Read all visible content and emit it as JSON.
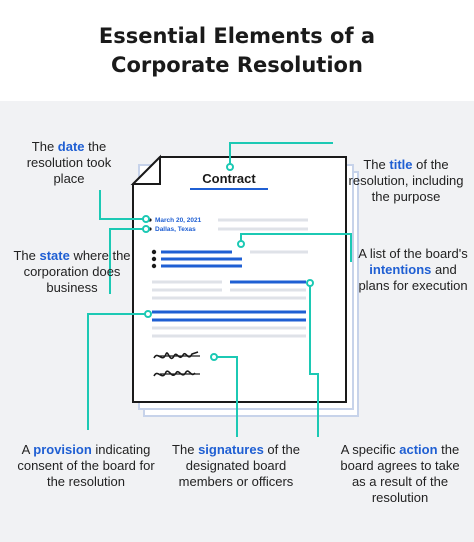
{
  "title": {
    "line1": "Essential Elements of a",
    "line2": "Corporate Resolution"
  },
  "document": {
    "heading": "Contract",
    "date": "March 20, 2021",
    "location": "Dallas, Texas"
  },
  "callouts": {
    "date": {
      "before": "The ",
      "highlight": "date",
      "after": " the resolution took place"
    },
    "title": {
      "before": "The ",
      "highlight": "title",
      "after": " of the resolution, including the purpose"
    },
    "state": {
      "before": "The ",
      "highlight": "state",
      "after": " where the corporation does business"
    },
    "intentions": {
      "before": "A list of the board's ",
      "highlight": "intentions",
      "after": " and plans for execution"
    },
    "provision": {
      "before": "A ",
      "highlight": "provision",
      "after": " indicating consent of the board for the resolution"
    },
    "signatures": {
      "before": "The ",
      "highlight": "signatures",
      "after": " of the designated board members or officers"
    },
    "action": {
      "before": "A specific ",
      "highlight": "action",
      "after": " the board agrees to take as a result of the resolution"
    }
  },
  "colors": {
    "accent": "#1f5fd3",
    "connector": "#1cc9b4",
    "panel": "#f1f2f4",
    "page_shadow": "#cfd7e6"
  }
}
